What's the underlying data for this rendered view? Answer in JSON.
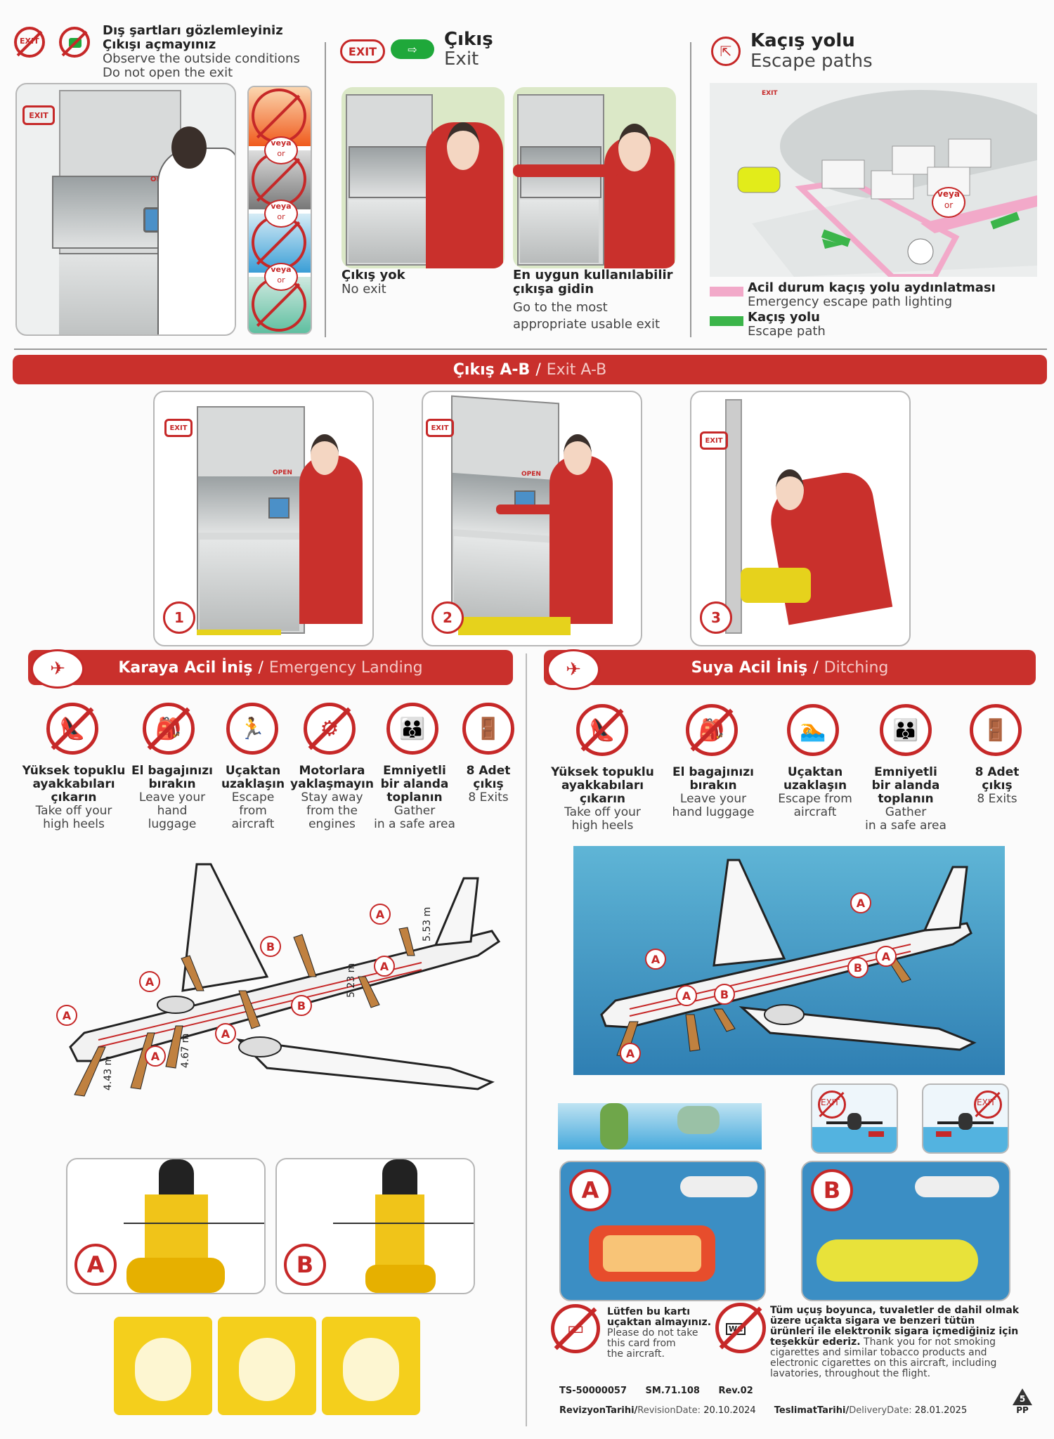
{
  "top_left": {
    "tr_line1": "Dış şartları gözlemleyiniz",
    "tr_line2": "Çıkışı açmayınız",
    "en_line1": "Observe the outside conditions",
    "en_line2": "Do not open the exit",
    "badge_exit": "EXIT",
    "door_exit_label": "EXIT",
    "open_label": "OPEN",
    "veya_or": [
      "veya",
      "or"
    ]
  },
  "top_middle": {
    "badge_exit": "EXIT",
    "title_tr": "Çıkış",
    "title_en": "Exit",
    "left_tr": "Çıkış yok",
    "left_en": "No exit",
    "right_tr_1": "En uygun kullanılabilir",
    "right_tr_2": "çıkışa gidin",
    "right_en_1": "Go to the most",
    "right_en_2": "appropriate usable exit"
  },
  "top_right": {
    "title_tr": "Kaçış yolu",
    "title_en": "Escape paths",
    "veya": "veya",
    "or": "or",
    "exit_sign": "EXIT",
    "legend_pink_tr": "Acil durum kaçış yolu aydınlatması",
    "legend_pink_en": "Emergency escape path lighting",
    "legend_green_tr": "Kaçış yolu",
    "legend_green_en": "Escape path",
    "color_pink": "#f2a9c9",
    "color_green": "#3bb54a"
  },
  "exit_ab_bar": {
    "tr": "Çıkış A-B",
    "sep": "/",
    "en": "Exit A-B"
  },
  "steps": [
    {
      "num": "1",
      "exit": "EXIT",
      "open": "OPEN"
    },
    {
      "num": "2",
      "exit": "EXIT",
      "open": "OPEN"
    },
    {
      "num": "3",
      "exit": "EXIT"
    }
  ],
  "emergency_landing": {
    "tr": "Karaya Acil İniş",
    "sep": "/",
    "en": "Emergency Landing",
    "items": [
      {
        "tr": [
          "Yüksek topuklu",
          "ayakkabıları",
          "çıkarın"
        ],
        "en": [
          "Take off your",
          "high heels"
        ],
        "icon": "no-high-heels-icon"
      },
      {
        "tr": [
          "El bagajınızı",
          "bırakın"
        ],
        "en": [
          "Leave your",
          "hand",
          "luggage"
        ],
        "icon": "no-luggage-icon"
      },
      {
        "tr": [
          "Uçaktan",
          "uzaklaşın"
        ],
        "en": [
          "Escape",
          "from",
          "aircraft"
        ],
        "icon": "run-from-aircraft-icon"
      },
      {
        "tr": [
          "Motorlara",
          "yaklaşmayın"
        ],
        "en": [
          "Stay away",
          "from the",
          "engines"
        ],
        "icon": "no-engine-icon"
      },
      {
        "tr": [
          "Emniyetli",
          "bir alanda",
          "toplanın"
        ],
        "en": [
          "Gather",
          "in a safe area"
        ],
        "icon": "gather-icon"
      },
      {
        "tr": [
          "8 Adet",
          "çıkış"
        ],
        "en": [
          "8 Exits"
        ],
        "icon": "exit-door-icon"
      }
    ],
    "dims": [
      "5.53 m",
      "5.23 m",
      "4.67 m",
      "4.43 m"
    ],
    "exit_letters": [
      "A",
      "B"
    ]
  },
  "ditching": {
    "tr": "Suya Acil İniş",
    "sep": "/",
    "en": "Ditching",
    "items": [
      {
        "tr": [
          "Yüksek topuklu",
          "ayakkabıları",
          "çıkarın"
        ],
        "en": [
          "Take off your",
          "high heels"
        ],
        "icon": "no-high-heels-icon"
      },
      {
        "tr": [
          "El bagajınızı",
          "bırakın"
        ],
        "en": [
          "Leave your",
          "hand luggage"
        ],
        "icon": "no-luggage-icon"
      },
      {
        "tr": [
          "Uçaktan",
          "uzaklaşın"
        ],
        "en": [
          "Escape from",
          "aircraft"
        ],
        "icon": "swim-icon"
      },
      {
        "tr": [
          "Emniyetli",
          "bir alanda",
          "toplanın"
        ],
        "en": [
          "Gather",
          "in a safe area"
        ],
        "icon": "gather-icon"
      },
      {
        "tr": [
          "8 Adet",
          "çıkış"
        ],
        "en": [
          "8 Exits"
        ],
        "icon": "exit-door-icon"
      }
    ],
    "exit_letters": [
      "A",
      "B"
    ]
  },
  "footer": {
    "card_tr_1": "Lütfen bu kartı",
    "card_tr_2": "uçaktan almayınız.",
    "card_en_1": "Please do not take",
    "card_en_2": "this card from",
    "card_en_3": "the aircraft.",
    "smoke_tr_1": "Tüm uçuş boyunca, tuvaletler de dahil olmak",
    "smoke_tr_2": "üzere uçakta sigara ve benzeri tütün",
    "smoke_tr_3": "ürünleri ile elektronik sigara içmediğiniz için",
    "smoke_tr_4": "teşekkür ederiz.",
    "smoke_en_4": "Thank you for not smoking",
    "smoke_en_5": "cigarettes and similar tobacco products and",
    "smoke_en_6": "electronic cigarettes on this aircraft, including",
    "smoke_en_7": "lavatories, throughout the flight.",
    "doc_code": "TS-50000057",
    "sm_code": "SM.71.108",
    "rev": "Rev.02",
    "rev_date_tr": "RevizyonTarihi/",
    "rev_date_en": "RevisionDate:",
    "rev_date": "20.10.2024",
    "delivery_tr": "TeslimatTarihi/",
    "delivery_en": "DeliveryDate:",
    "delivery_date": "28.01.2025",
    "recycle_num": "5",
    "recycle_code": "PP",
    "wc": "WC"
  }
}
